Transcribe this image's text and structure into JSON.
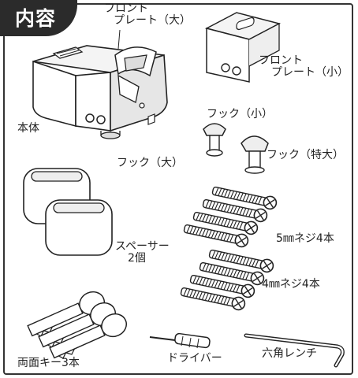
{
  "header": {
    "title": "内容"
  },
  "parts": {
    "front_plate_large": {
      "line1": "フロント",
      "line2": "プレート（大）"
    },
    "front_plate_small": {
      "line1": "フロント",
      "line2": "プレート（小）"
    },
    "body": "本体",
    "hook_large": "フック（大）",
    "hook_small": "フック（小）",
    "hook_xl": "フック（特大）",
    "spacer": {
      "line1": "スペーサー",
      "line2": "2個"
    },
    "screw_5mm": "5㎜ネジ4本",
    "screw_4mm": "4㎜ネジ4本",
    "keys": "両面キー3本",
    "driver": "ドライバー",
    "hex_wrench": "六角レンチ"
  },
  "colors": {
    "tab": "#2b2b2b",
    "line": "#222222",
    "shade": "#e6e6e6"
  },
  "icons": [
    "lock-body-icon",
    "front-plate-icon",
    "hook-icon",
    "spacer-icon",
    "screw-icon",
    "key-icon",
    "screwdriver-icon",
    "hex-wrench-icon"
  ]
}
